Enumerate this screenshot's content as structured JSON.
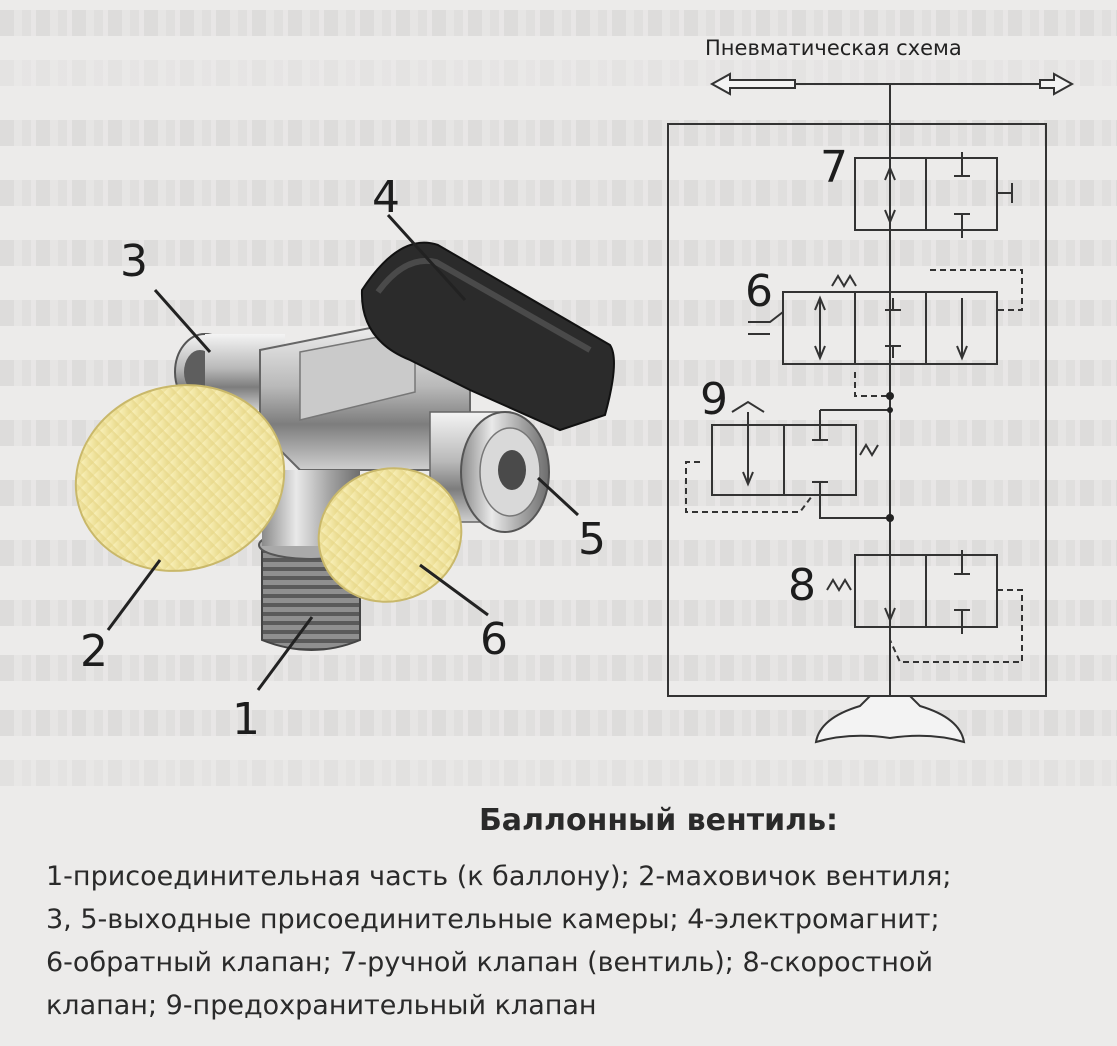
{
  "scheme": {
    "title": "Пневматическая схема"
  },
  "labels": {
    "n1": "1",
    "n2": "2",
    "n3": "3",
    "n4": "4",
    "n5": "5",
    "n6": "6",
    "s7": "7",
    "s6": "6",
    "s9": "9",
    "s8": "8"
  },
  "caption": {
    "title": "Баллонный вентиль:",
    "lines": [
      "1-присоединительная часть (к баллону); 2-маховичок вентиля;",
      "3, 5-выходные присоединительные камеры; 4-электромагнит;",
      "6-обратный клапан; 7-ручной клапан (вентиль); 8-скоростной",
      "клапан; 9-предохранительный клапан"
    ]
  }
}
